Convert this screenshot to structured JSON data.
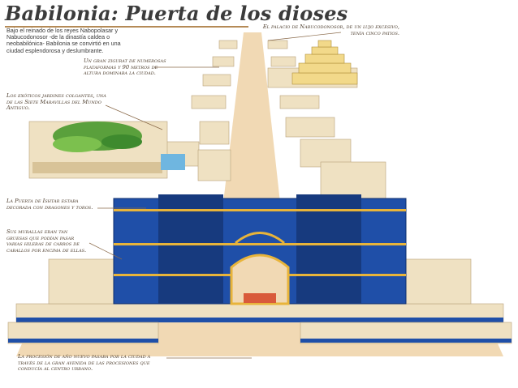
{
  "title": "Babilonia: Puerta de los dioses",
  "intro": "Bajo el reinado de los reyes Nabopolasar y Nabucodonosor -de la dinastía caldea o neobabilónica- Babilonia se convirtió en una ciudad esplendorosa y  deslumbrante.",
  "labels": {
    "palace": "El palacio de Nabucodonosor, de un lujo excesivo, tenía cinco patios.",
    "ziggurat": "Un gran zigurat de numerosas plataformas y 90 metros de altura dominaba la ciudad.",
    "gardens": "Los exóticos jardines colgantes, una de las Siete Maravillas del Mundo Antiguo.",
    "ishtar": "La Puerta de Ishtar estaba decorada con dragones y toros.",
    "walls": "Sus murallas eran tan gruesas que podían pasar varias hileras de carros de caballos por encima de ellas.",
    "procession": "La procesión de año nuevo pasaba por la ciudad a través de la gran avenida de las procesiones que conducía al centro urbano."
  },
  "colors": {
    "gate_blue": "#1f4fa8",
    "gate_dark": "#173a7e",
    "gold": "#e8b43a",
    "stone": "#efe1c2",
    "stone_shadow": "#c9b38a",
    "green": "#5aa03c",
    "avenue": "#f1d9b4"
  }
}
